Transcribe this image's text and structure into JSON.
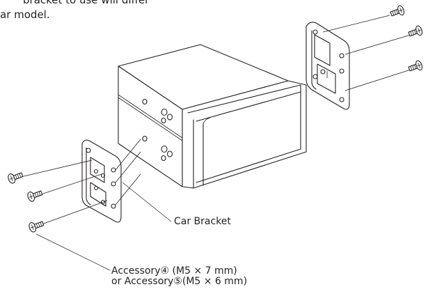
{
  "intro": {
    "line1": "bracket to use will differ",
    "line2": "ar model."
  },
  "callouts": {
    "car_bracket": "Car Bracket",
    "accessory_line1": "Accessory④ (M5 × 7 mm)",
    "accessory_line2": "or Accessory⑤(M5 × 6 mm)"
  }
}
